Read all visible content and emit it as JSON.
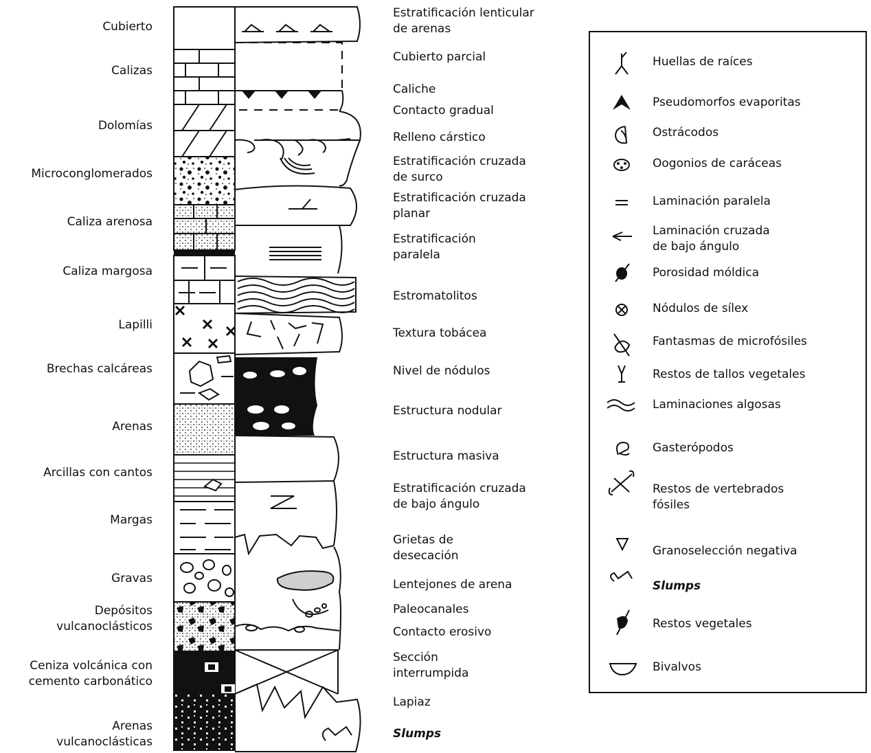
{
  "lithology_labels": [
    {
      "lines": [
        "Cubierto"
      ]
    },
    {
      "lines": [
        "Calizas"
      ]
    },
    {
      "lines": [
        "Dolomías"
      ]
    },
    {
      "lines": [
        "Microconglomerados"
      ]
    },
    {
      "lines": [
        "Caliza arenosa"
      ]
    },
    {
      "lines": [
        "Caliza margosa"
      ]
    },
    {
      "lines": [
        "Lapilli"
      ]
    },
    {
      "lines": [
        "Brechas calcáreas"
      ]
    },
    {
      "lines": [
        "Arenas"
      ]
    },
    {
      "lines": [
        "Arcillas con cantos"
      ]
    },
    {
      "lines": [
        "Margas"
      ]
    },
    {
      "lines": [
        "Gravas"
      ]
    },
    {
      "lines": [
        "Depósitos",
        "vulcanoclásticos"
      ]
    },
    {
      "lines": [
        "Ceniza volcánica con",
        "cemento carbonático"
      ]
    },
    {
      "lines": [
        "Arenas",
        "vulcanoclásticas"
      ]
    }
  ],
  "structure_labels": [
    {
      "lines": [
        "Estratificación lenticular",
        "de arenas"
      ]
    },
    {
      "lines": [
        "Cubierto parcial"
      ]
    },
    {
      "lines": [
        "Caliche"
      ]
    },
    {
      "lines": [
        "Contacto gradual"
      ]
    },
    {
      "lines": [
        "Relleno cárstico"
      ]
    },
    {
      "lines": [
        "Estratificación cruzada",
        "de surco"
      ]
    },
    {
      "lines": [
        "Estratificación cruzada",
        "planar"
      ]
    },
    {
      "lines": [
        "Estratificación",
        "paralela"
      ]
    },
    {
      "lines": [
        "Estromatolitos"
      ]
    },
    {
      "lines": [
        "Textura tobácea"
      ]
    },
    {
      "lines": [
        "Nivel de nódulos"
      ]
    },
    {
      "lines": [
        "Estructura nodular"
      ]
    },
    {
      "lines": [
        "Estructura masiva"
      ]
    },
    {
      "lines": [
        "Estratificación cruzada",
        "de bajo ángulo"
      ]
    },
    {
      "lines": [
        "Grietas de",
        "desecación"
      ]
    },
    {
      "lines": [
        "Lentejones de arena"
      ]
    },
    {
      "lines": [
        "Paleocanales"
      ]
    },
    {
      "lines": [
        "Contacto erosivo"
      ]
    },
    {
      "lines": [
        "Sección",
        "interrumpida"
      ]
    },
    {
      "lines": [
        "Lapiaz"
      ]
    },
    {
      "lines": [
        "Slumps"
      ],
      "bold": true
    }
  ],
  "legend_items": [
    {
      "icon": "root-traces-icon",
      "lines": [
        "Huellas de raíces"
      ]
    },
    {
      "icon": "evaporite-pseudomorph-icon",
      "lines": [
        "Pseudomorfos evaporitas"
      ]
    },
    {
      "icon": "ostracod-icon",
      "lines": [
        "Ostrácodos"
      ]
    },
    {
      "icon": "charophyte-oogonia-icon",
      "lines": [
        "Oogonios de caráceas"
      ]
    },
    {
      "icon": "parallel-lamination-icon",
      "lines": [
        "Laminación paralela"
      ]
    },
    {
      "icon": "low-angle-cross-lamination-icon",
      "lines": [
        "Laminación cruzada",
        " de bajo ángulo"
      ]
    },
    {
      "icon": "moldic-porosity-icon",
      "lines": [
        "Porosidad móldica"
      ]
    },
    {
      "icon": "chert-nodule-icon",
      "lines": [
        "Nódulos de sílex"
      ]
    },
    {
      "icon": "microfossil-ghost-icon",
      "lines": [
        "Fantasmas de microfósiles"
      ]
    },
    {
      "icon": "plant-stem-icon",
      "lines": [
        "Restos de tallos vegetales"
      ]
    },
    {
      "icon": "algal-lamination-icon",
      "lines": [
        "Laminaciones algosas"
      ]
    },
    {
      "icon": "gastropod-icon",
      "lines": [
        "Gasterópodos"
      ]
    },
    {
      "icon": "vertebrate-bone-icon",
      "lines": [
        "Restos de vertebrados",
        "fósiles"
      ]
    },
    {
      "icon": "inverse-grading-icon",
      "lines": [
        "Granoselección negativa"
      ]
    },
    {
      "icon": "slump-icon",
      "lines": [
        "Slumps"
      ],
      "bold": true
    },
    {
      "icon": "plant-remains-icon",
      "lines": [
        "Restos vegetales"
      ]
    },
    {
      "icon": "bivalve-icon",
      "lines": [
        "Bivalvos"
      ]
    }
  ],
  "colors": {
    "ink": "#111111",
    "paper": "#ffffff",
    "lens_fill": "#cfcfcf"
  }
}
